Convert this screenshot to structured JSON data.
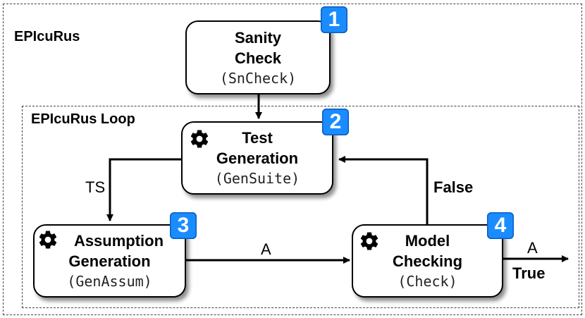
{
  "outer_frame": {
    "label": "EPIcuRus"
  },
  "loop_frame": {
    "label": "EPIcuRus Loop"
  },
  "nodes": {
    "sanity": {
      "badge": "1",
      "title_line1": "Sanity",
      "title_line2": "Check",
      "code": "(SnCheck)"
    },
    "testgen": {
      "badge": "2",
      "title_line1": "Test",
      "title_line2": "Generation",
      "code": "(GenSuite)"
    },
    "assumption": {
      "badge": "3",
      "title_line1": "Assumption",
      "title_line2": "Generation",
      "code": "(GenAssum)"
    },
    "model": {
      "badge": "4",
      "title_line1": "Model",
      "title_line2": "Checking",
      "code": "(Check)"
    }
  },
  "edges": {
    "ts": "TS",
    "a_mid": "A",
    "false": "False",
    "a_out": "A",
    "true": "True"
  },
  "colors": {
    "badge": "#1a8cff",
    "border": "#000000"
  },
  "icons": {
    "gear": "gear-icon"
  }
}
